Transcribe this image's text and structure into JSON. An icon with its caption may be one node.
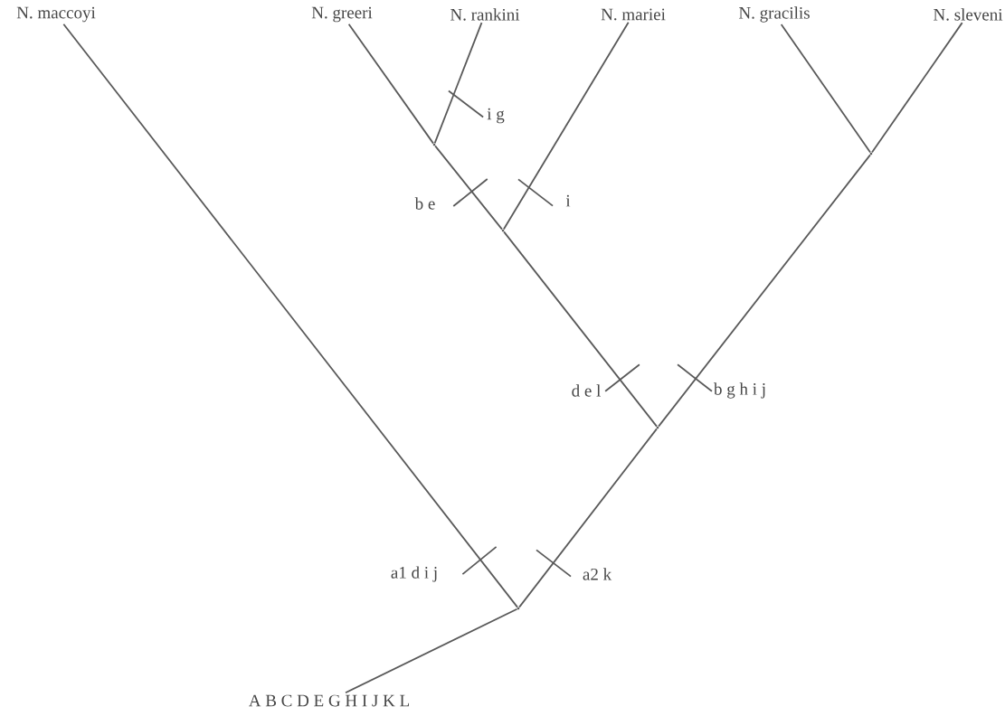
{
  "diagram": {
    "nodes": [
      {
        "text": [
          "N. maccoyi"
        ]
      },
      {
        "text": [
          "N. greeri"
        ]
      },
      {
        "text": [
          "N. rankini"
        ]
      },
      {
        "text": [
          "N. mariei"
        ]
      },
      {
        "text": [
          "N. gracilis"
        ]
      },
      {
        "text": [
          "N. sleveni"
        ]
      },
      {
        "text": [],
        "shape": "point"
      },
      {
        "text": [],
        "shape": "point"
      },
      {
        "text": [],
        "shape": "point"
      },
      {
        "text": [],
        "shape": "point"
      },
      {
        "text": [],
        "shape": "point"
      },
      {
        "text": [
          "A B C D E G H I J K L"
        ]
      }
    ],
    "edges": [
      {
        "from": 1,
        "to": 6,
        "arrow": "none"
      },
      {
        "from": 2,
        "to": 6,
        "arrow": "none",
        "label": "i g"
      },
      {
        "from": 6,
        "to": 7,
        "arrow": "none",
        "label": "b e"
      },
      {
        "from": 3,
        "to": 7,
        "arrow": "none",
        "label": "i"
      },
      {
        "from": 4,
        "to": 8,
        "arrow": "none"
      },
      {
        "from": 5,
        "to": 8,
        "arrow": "none"
      },
      {
        "from": 7,
        "to": 9,
        "arrow": "none",
        "label": "d e l"
      },
      {
        "from": 8,
        "to": 9,
        "arrow": "none",
        "label": "b g h i j"
      },
      {
        "from": 0,
        "to": 10,
        "arrow": "none",
        "label": "a1 d i j"
      },
      {
        "from": 9,
        "to": 10,
        "arrow": "none",
        "label": "a2 k"
      },
      {
        "from": 10,
        "to": 11,
        "arrow": "none"
      }
    ]
  }
}
